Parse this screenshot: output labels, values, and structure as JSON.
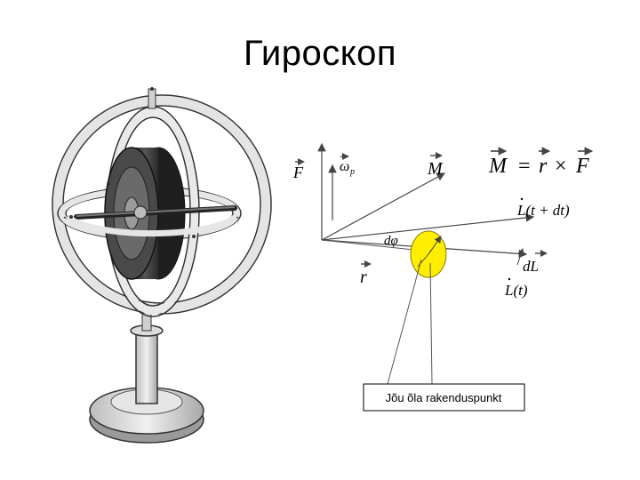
{
  "slide": {
    "title": "Гироскоп"
  },
  "diagram": {
    "vectors": {
      "F": "F",
      "omega_p": "ω",
      "omega_sub": "p",
      "M": "M",
      "r": "r",
      "dphi": "dφ",
      "L_t_dt": "L(t + dt)",
      "dL": "dL",
      "L_t": "L(t)"
    },
    "formula": {
      "lhs": "M",
      "eq": "=",
      "r": "r",
      "times": "×",
      "f": "F"
    },
    "label_box": "Jõu õla rakenduspunkt"
  },
  "colors": {
    "disk_yellow": "#ffee00",
    "ring_gray": "#d8d8d8",
    "rotor_dark": "#3a3a3a"
  }
}
